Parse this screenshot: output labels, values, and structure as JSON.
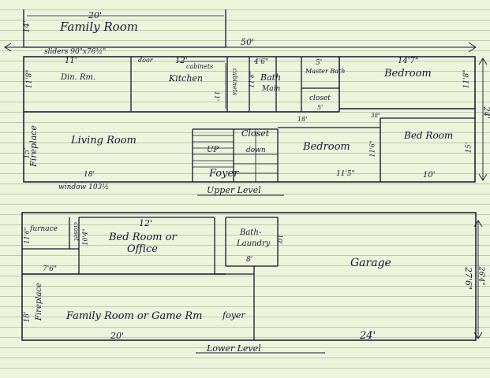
{
  "upper": {
    "title": "Upper Level",
    "overall_width": "50'",
    "overall_depth": "24'",
    "sliders": "sliders  90\"x76½\"",
    "window": "window  103½",
    "deck_width": "20'",
    "deck_depth": "14'",
    "rooms": {
      "family_room_top": "Family Room",
      "dining": "Din. Rm.",
      "kitchen": "Kitchen",
      "cabinets_top": "cabinets",
      "cabinets_side": "cabinets",
      "bath": "Bath",
      "main": "Main",
      "master_bath": "Master Bath",
      "closet_master": "closet",
      "bedroom_top": "Bedroom",
      "living": "Living Room",
      "fireplace": "Fireplace",
      "foyer": "Foyer",
      "up": "UP",
      "down": "down",
      "closet_hall": "Closet",
      "bedroom_mid": "Bedroom",
      "bedroom_right": "Bed Room"
    },
    "dims": {
      "din_w": "11'",
      "din_d": "11'8\"",
      "kitchen_w": "12'",
      "door": "door",
      "bath_w": "4'6\"",
      "bath_d": "11'8\"",
      "master_w": "5'",
      "master_closet": "5'",
      "bed_top_w": "14'7\"",
      "bed_top_d": "11'8\"",
      "living_w": "18'",
      "living_d": "15'",
      "hall_18": "18'",
      "hall_38": "38\"",
      "bed_mid_w": "11'5\"",
      "bed_mid_d": "11'6\"",
      "bed_right_w": "10'",
      "bed_right_d": "15'",
      "cab_11": "11'"
    }
  },
  "lower": {
    "title": "Lower Level",
    "overall_depth": "27'6\"",
    "overall_alt": "26'4\"",
    "rooms": {
      "furnace": "furnace",
      "closet": "closet",
      "bedroom_office_1": "Bed Room or",
      "bedroom_office_2": "Office",
      "bath_laundry_1": "Bath-",
      "bath_laundry_2": "Laundry",
      "garage": "Garage",
      "fireplace": "Fireplace",
      "family_room": "Family Room or Game Rm",
      "foyer": "foyer"
    },
    "dims": {
      "office_w": "12'",
      "office_d": "10'4\"",
      "furnace_d": "11'6\"",
      "width_76": "7'6\"",
      "family_d": "18'",
      "family_w": "20'",
      "garage_w": "24'",
      "bath_w": "8'",
      "bath_d": "10'"
    }
  }
}
